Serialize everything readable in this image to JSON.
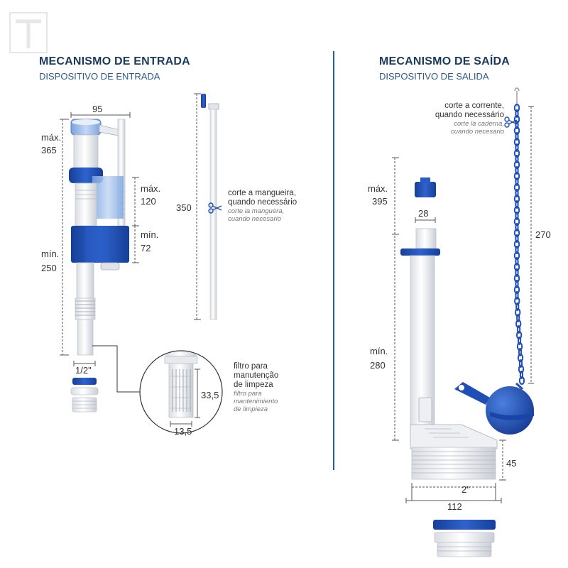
{
  "entrada": {
    "title": "MECANISMO DE ENTRADA",
    "subtitle": "DISPOSITIVO DE ENTRADA",
    "dims": {
      "width": "95",
      "max_label": "máx.",
      "max_value": "365",
      "min_label": "mín.",
      "min_value": "250",
      "float_max_label": "máx.",
      "float_max_value": "120",
      "float_min_label": "mín.",
      "float_min_value": "72",
      "thread": "1/2\"",
      "hose_length": "350"
    },
    "hose_note": {
      "pt_line1": "corte a mangueira,",
      "pt_line2": "quando necessário",
      "es_line1": "corte la manguera,",
      "es_line2": "cuando necesario"
    },
    "filter": {
      "height": "33,5",
      "width": "13,5",
      "pt_line1": "filtro para",
      "pt_line2": "manutenção",
      "pt_line3": "de limpeza",
      "es_line1": "filtro para",
      "es_line2": "mantenimiento",
      "es_line3": "de limpieza"
    }
  },
  "saida": {
    "title": "MECANISMO DE SAÍDA",
    "subtitle": "DISPOSITIVO DE SALIDA",
    "chain_note": {
      "pt_line1": "corte a corrente,",
      "pt_line2": "quando necessário",
      "es_line1": "corte la caderna,",
      "es_line2": "cuando necesario"
    },
    "dims": {
      "max_label": "máx.",
      "max_value": "395",
      "cap_width": "28",
      "chain_length": "270",
      "min_label": "mín.",
      "min_value": "280",
      "base_height": "45",
      "thread": "2\"",
      "base_width": "112"
    }
  },
  "colors": {
    "brand_blue": "#1f4fb4",
    "light_blue": "#4a82d8",
    "heading": "#1a3a5c",
    "subheading": "#2a5a8c",
    "divider": "#1f5fa8"
  }
}
